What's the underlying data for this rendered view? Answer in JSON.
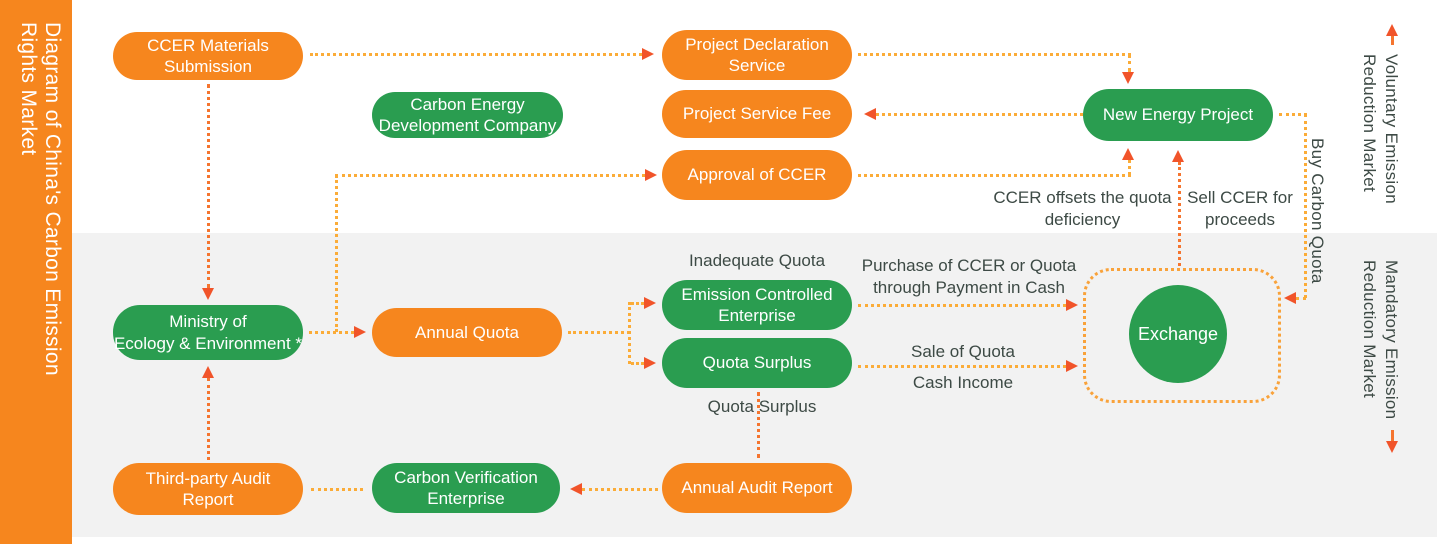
{
  "title": "Diagram of China's Carbon Emission\nRights Market",
  "side_labels": {
    "voluntary_market": "Voluntary Emission\nReduction Market",
    "mandatory_market": "Mandatory Emission\nReduction Market",
    "buy_carbon_quota": "Buy Carbon Quota"
  },
  "nodes": {
    "ccer_materials_submission": {
      "label": "CCER Materials\nSubmission"
    },
    "carbon_energy_development_company": {
      "label": "Carbon Energy\nDevelopment Company"
    },
    "project_declaration_service": {
      "label": "Project Declaration\nService"
    },
    "project_service_fee": {
      "label": "Project Service Fee"
    },
    "approval_of_ccer": {
      "label": "Approval of CCER"
    },
    "new_energy_project": {
      "label": "New Energy Project"
    },
    "ministry_ecology_environment": {
      "label": "Ministry of\nEcology & Environment *"
    },
    "annual_quota": {
      "label": "Annual Quota"
    },
    "emission_controlled_enterprise": {
      "label": "Emission Controlled\nEnterprise"
    },
    "quota_surplus": {
      "label": "Quota Surplus"
    },
    "third_party_audit_report": {
      "label": "Third-party Audit\nReport"
    },
    "carbon_verification_enterprise": {
      "label": "Carbon Verification\nEnterprise"
    },
    "annual_audit_report": {
      "label": "Annual Audit Report"
    },
    "exchange": {
      "label": "Exchange"
    }
  },
  "edge_labels": {
    "inadequate_quota": "Inadequate Quota",
    "quota_surplus": "Quota Surplus",
    "purchase_ccer": "Purchase of CCER or Quota\nthrough Payment in Cash",
    "sale_of_quota": "Sale of Quota",
    "cash_income": "Cash Income",
    "ccer_offsets": "CCER offsets the quota\ndeficiency",
    "sell_ccer": "Sell CCER for\nproceeds"
  },
  "colors": {
    "orange": "#F6861E",
    "green": "#2A9D50",
    "band_gray": "#F2F2F2",
    "label_text": "#3D4A45",
    "dot_yellow": "#FBAC38",
    "dot_orange": "#F5752F",
    "arrowhead": "#F1542A"
  }
}
